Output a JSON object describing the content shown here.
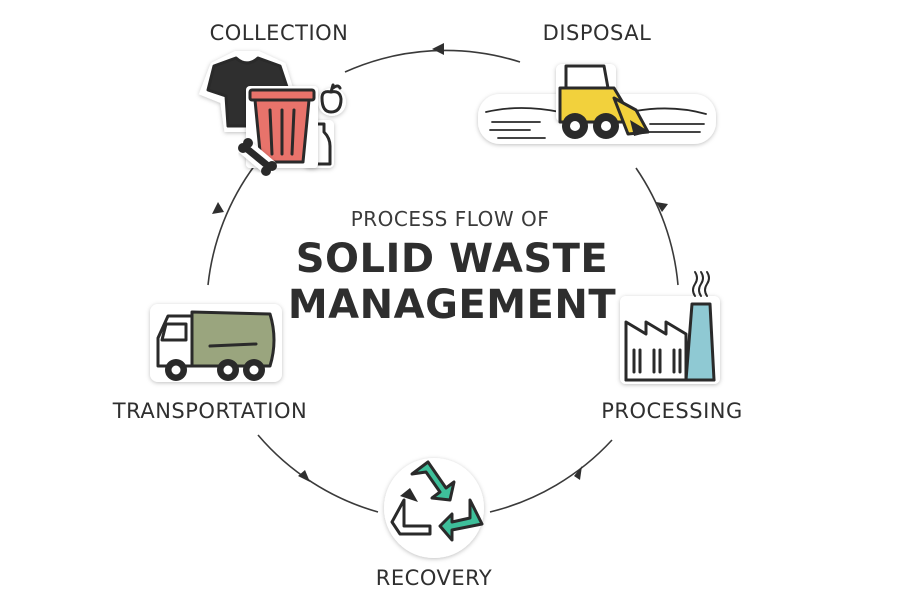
{
  "diagram": {
    "subtitle": "PROCESS FLOW OF",
    "title_line1": "SOLID WASTE",
    "title_line2": "MANAGEMENT",
    "stages": [
      {
        "id": "collection",
        "label": "COLLECTION",
        "icon": "trash-bin-icon"
      },
      {
        "id": "disposal",
        "label": "DISPOSAL",
        "icon": "bulldozer-icon"
      },
      {
        "id": "processing",
        "label": "PROCESSING",
        "icon": "factory-icon"
      },
      {
        "id": "recovery",
        "label": "RECOVERY",
        "icon": "recycle-icon"
      },
      {
        "id": "transportation",
        "label": "TRANSPORTATION",
        "icon": "garbage-truck-icon"
      }
    ],
    "colors": {
      "text": "#2e2e2e",
      "cycle_line": "#3a3a3a",
      "bin_red": "#e8736b",
      "shirt_dark": "#2f2f2f",
      "bulldozer_yellow": "#f2d13c",
      "factory_blue": "#8fc9d3",
      "truck_green": "#9aa57e",
      "recycle_green": "#3ebf9a"
    }
  }
}
